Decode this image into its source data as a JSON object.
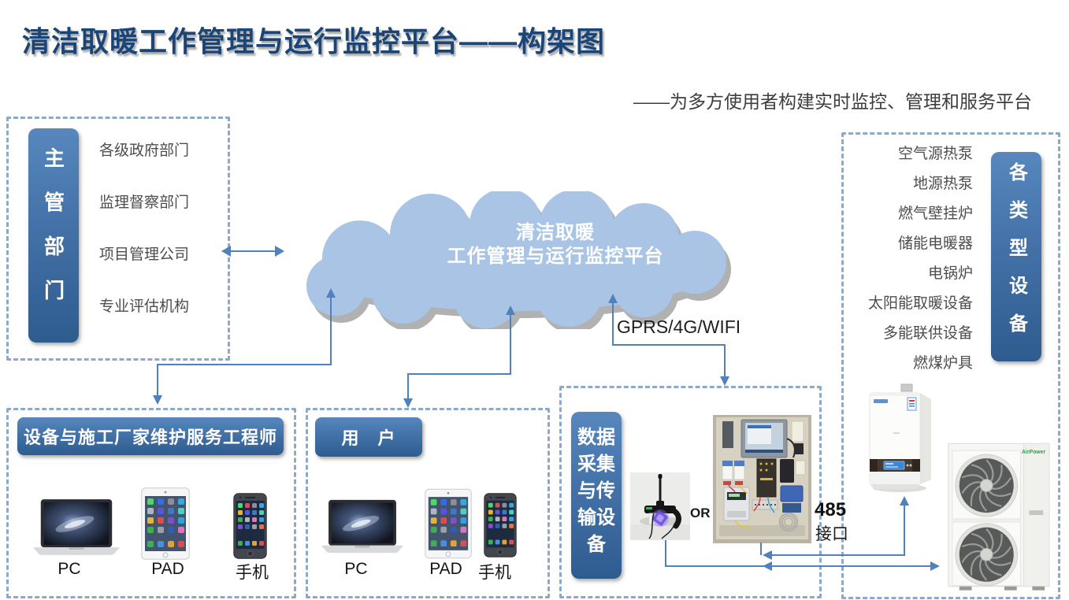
{
  "header": {
    "title": "清洁取暖工作管理与运行监控平台——构架图",
    "subtitle": "——为多方使用者构建实时监控、管理和服务平台"
  },
  "cloud": {
    "line1": "清洁取暖",
    "line2": "工作管理与运行监控平台"
  },
  "authority": {
    "label": "主管部门",
    "items": [
      "各级政府部门",
      "监理督察部门",
      "项目管理公司",
      "专业评估机构"
    ]
  },
  "equipment": {
    "label": "各类型设备",
    "items": [
      "空气源热泵",
      "地源热泵",
      "燃气壁挂炉",
      "储能电暖器",
      "电锅炉",
      "太阳能取暖设备",
      "多能联供设备",
      "燃煤炉具"
    ],
    "heatpump_brand": "AirPower"
  },
  "engineers": {
    "header": "设备与施工厂家维护服务工程师",
    "labels": {
      "pc": "PC",
      "pad": "PAD",
      "phone": "手机"
    }
  },
  "users": {
    "header": "用　户",
    "labels": {
      "pc": "PC",
      "pad": "PAD",
      "phone": "手机"
    }
  },
  "collection": {
    "label": "数据采集与传输设备",
    "or": "OR"
  },
  "connections": {
    "gprs": "GPRS/4G/WIFI",
    "rs485": "485",
    "rs485_port": "接口"
  },
  "colors": {
    "title_navy": "#1a4576",
    "accent_blue": "#4f81bd",
    "bar_gradient_top": "#5787bd",
    "bar_gradient_bottom": "#2e5c8f",
    "cloud_fill": "#a9c4e5",
    "dashed_border": "#8ea8c8",
    "item_gray": "#4d4d4d"
  }
}
